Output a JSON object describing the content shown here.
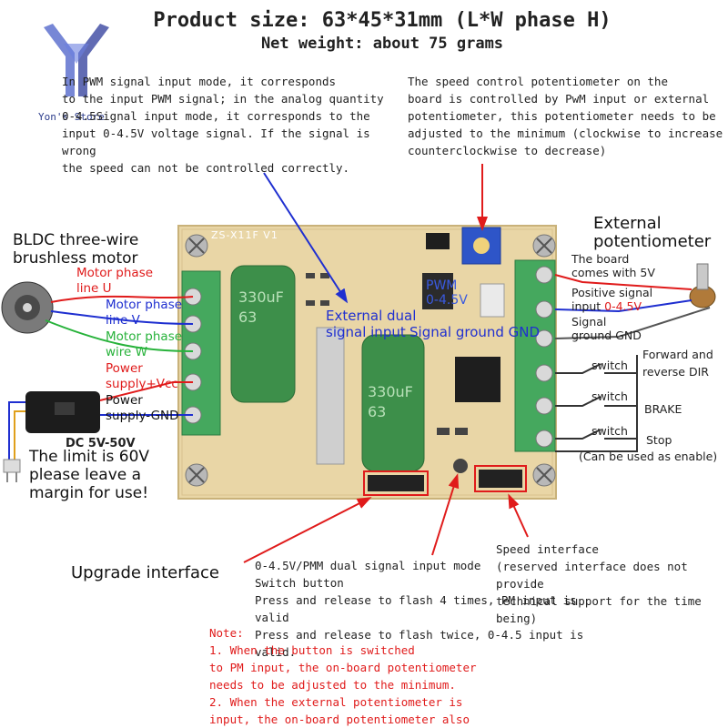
{
  "header": {
    "title": "Product size: 63*45*31mm (L*W phase H)",
    "subtitle": "Net weight: about 75 grams"
  },
  "logo": {
    "text": "Yon's Store"
  },
  "notes": {
    "signal_mode": [
      "In PWM signal input mode, it corresponds",
      "to the input PWM signal; in the analog quantity",
      "0-4.5Signal input mode, it corresponds to the",
      "input 0-4.5V voltage signal. If the signal is wrong",
      "the speed can not be controlled correctly."
    ],
    "speed_pot": [
      "The speed control potentiometer on the",
      "board is controlled by PwM input or external",
      "potentiometer, this potentiometer needs to be",
      "adjusted to the minimum (clockwise to increase",
      "counterclockwise to decrease)"
    ]
  },
  "motor": {
    "title": [
      "BLDC three-wire",
      "brushless motor"
    ],
    "phase_u": [
      "Motor phase",
      "line U"
    ],
    "phase_v": [
      "Motor phase",
      "line V"
    ],
    "phase_w": [
      "Motor phase",
      "wire W"
    ],
    "power_vcc": [
      "Power",
      "supply+Vcc"
    ],
    "power_gnd": [
      "Power",
      "supply-GND"
    ]
  },
  "power_supply": {
    "label": "DC 5V-50V",
    "limit": [
      "The limit is 60V",
      "please leave a",
      "margin for use!"
    ]
  },
  "board": {
    "model": "ZS-X11F V1",
    "cap1": [
      "330uF",
      "63"
    ],
    "cap2": [
      "330uF",
      "63"
    ],
    "pwm_label": [
      "PWM",
      "0-4.5V"
    ],
    "ext_dual": [
      "External dual",
      "signal input"
    ],
    "sig_gnd": "Signal ground GND"
  },
  "ext_pot": {
    "title": [
      "External",
      "potentiometer"
    ],
    "comes5v": [
      "The board",
      "comes with 5V"
    ],
    "positive": [
      "Positive signal",
      "input"
    ],
    "positive_range": "0-4.5V",
    "signal_gnd": [
      "Signal",
      "ground GND"
    ]
  },
  "switches": {
    "switch1": "switch",
    "switch2": "switch",
    "switch3": "switch",
    "dir": [
      "Forward and",
      "reverse DIR"
    ],
    "brake": "BRAKE",
    "stop": "Stop",
    "enable_note": "(Can be used as enable)"
  },
  "upgrade": {
    "label": "Upgrade interface"
  },
  "button_info": [
    "0-4.5V/PMM dual signal input mode",
    "Switch button",
    "Press and release to flash 4 times, PM input is valid",
    "Press and release to flash twice, 0-4.5 input is valid."
  ],
  "speed_interface": [
    "Speed interface",
    "(reserved interface does not provide",
    "technical support for the time being)"
  ],
  "note": [
    "Note:",
    "1. When the button is switched",
    "to PM input, the on-board potentiometer",
    "needs to be adjusted to the minimum.",
    "2. When the external potentiometer is",
    "input, the on-board potentiometer also"
  ],
  "colors": {
    "red": "#e01b1b",
    "blue": "#1f2fd0",
    "green": "#27b23a",
    "pcb": "#e8d7a8",
    "terminal": "#3fa35a"
  }
}
